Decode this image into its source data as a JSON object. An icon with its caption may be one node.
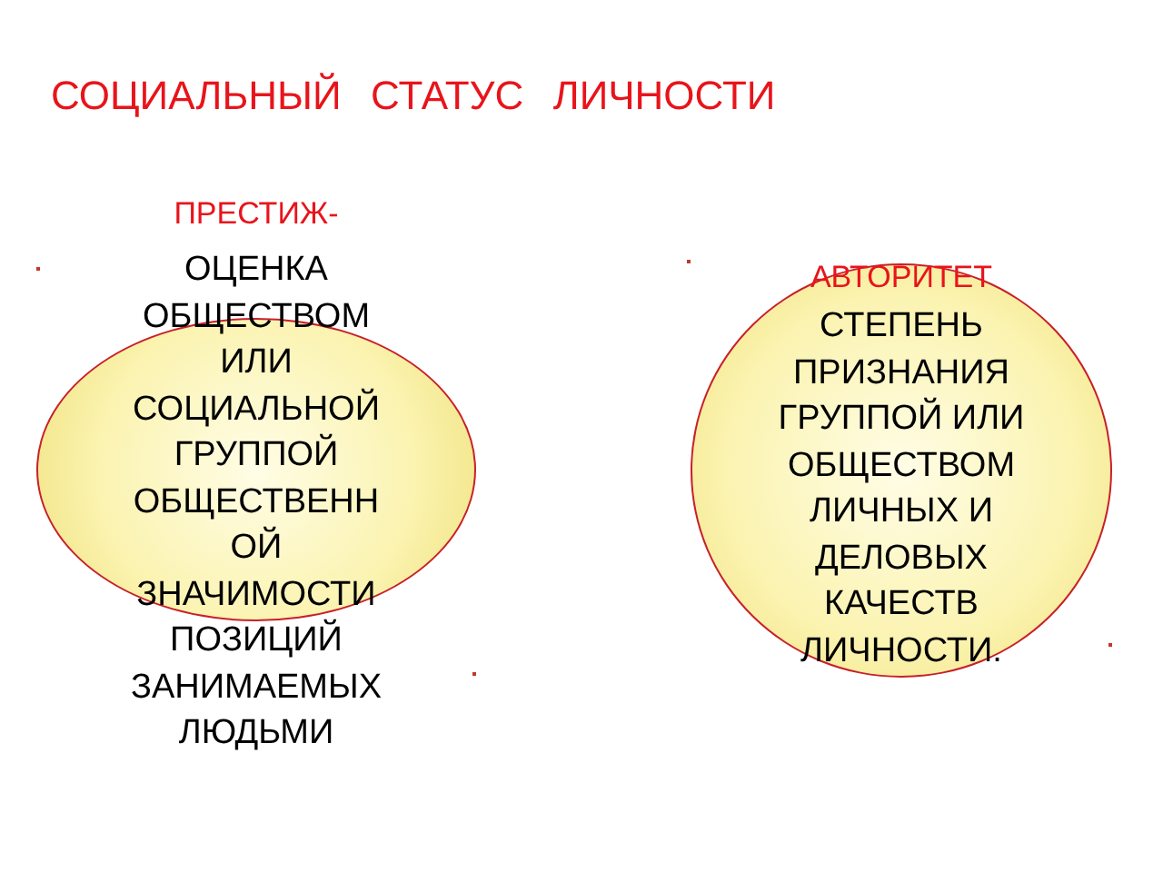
{
  "diagram": {
    "title": "СОЦИАЛЬНЫЙ  СТАТУС  ЛИЧНОСТИ",
    "nodes": [
      {
        "text": [
          "ПРЕСТИЖ-",
          "ОЦЕНКА ОБЩЕСТВОМ ИЛИ СОЦИАЛЬНОЙ ГРУППОЙ ОБЩЕСТВЕНН ОЙ ЗНАЧИМОСТИ ПОЗИЦИЙ ЗАНИМАЕМЫХ ЛЮДЬМИ"
        ]
      },
      {
        "text": [
          "АВТОРИТЕТ",
          "СТЕПЕНЬ ПРИЗНАНИЯ ГРУППОЙ ИЛИ ОБЩЕСТВОМ ЛИЧНЫХ И ДЕЛОВЫХ КАЧЕСТВ ЛИЧНОСТИ."
        ]
      }
    ]
  }
}
